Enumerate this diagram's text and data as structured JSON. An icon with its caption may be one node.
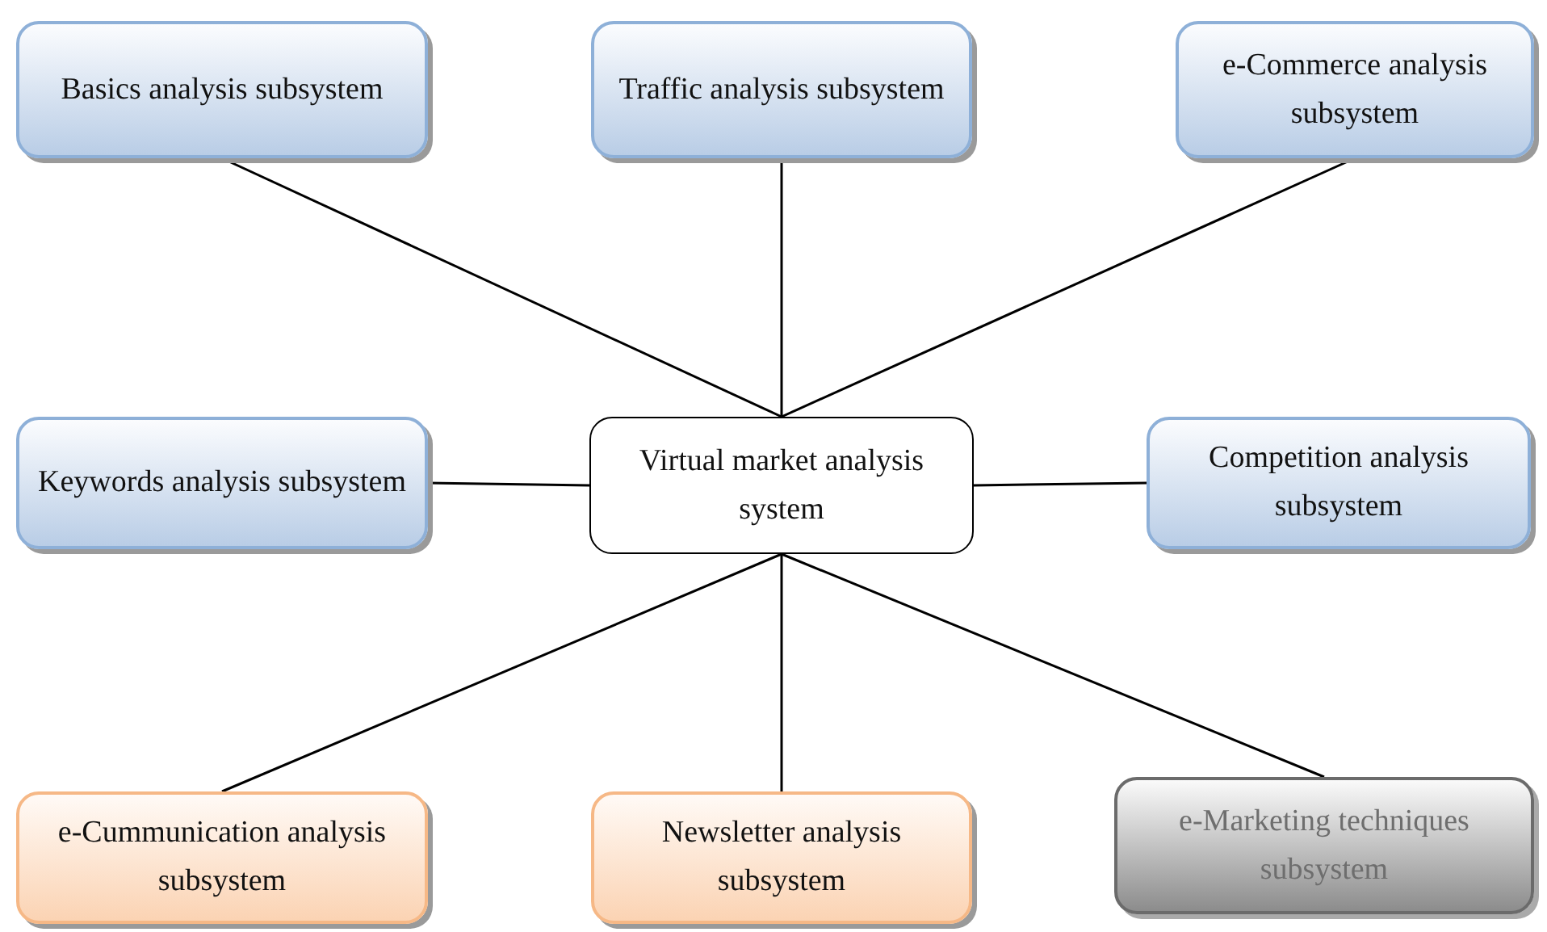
{
  "diagram": {
    "nodes": [
      {
        "text": [
          "Basics analysis subsystem"
        ]
      },
      {
        "text": [
          "Traffic analysis subsystem"
        ]
      },
      {
        "text": [
          "e-Commerce analysis subsystem"
        ]
      },
      {
        "text": [
          "Keywords analysis subsystem"
        ]
      },
      {
        "text": [
          "Virtual market analysis system"
        ]
      },
      {
        "text": [
          "Competition analysis subsystem"
        ]
      },
      {
        "text": [
          "e-Cummunication analysis subsystem"
        ]
      },
      {
        "text": [
          "Newsletter analysis subsystem"
        ]
      },
      {
        "text": [
          "e-Marketing techniques subsystem"
        ]
      }
    ],
    "edges": [
      {
        "from": 4,
        "to": 0,
        "arrow": "none"
      },
      {
        "from": 4,
        "to": 1,
        "arrow": "none"
      },
      {
        "from": 4,
        "to": 2,
        "arrow": "none"
      },
      {
        "from": 4,
        "to": 3,
        "arrow": "none"
      },
      {
        "from": 4,
        "to": 5,
        "arrow": "none"
      },
      {
        "from": 4,
        "to": 6,
        "arrow": "none"
      },
      {
        "from": 4,
        "to": 7,
        "arrow": "none"
      },
      {
        "from": 4,
        "to": 8,
        "arrow": "none"
      }
    ]
  }
}
